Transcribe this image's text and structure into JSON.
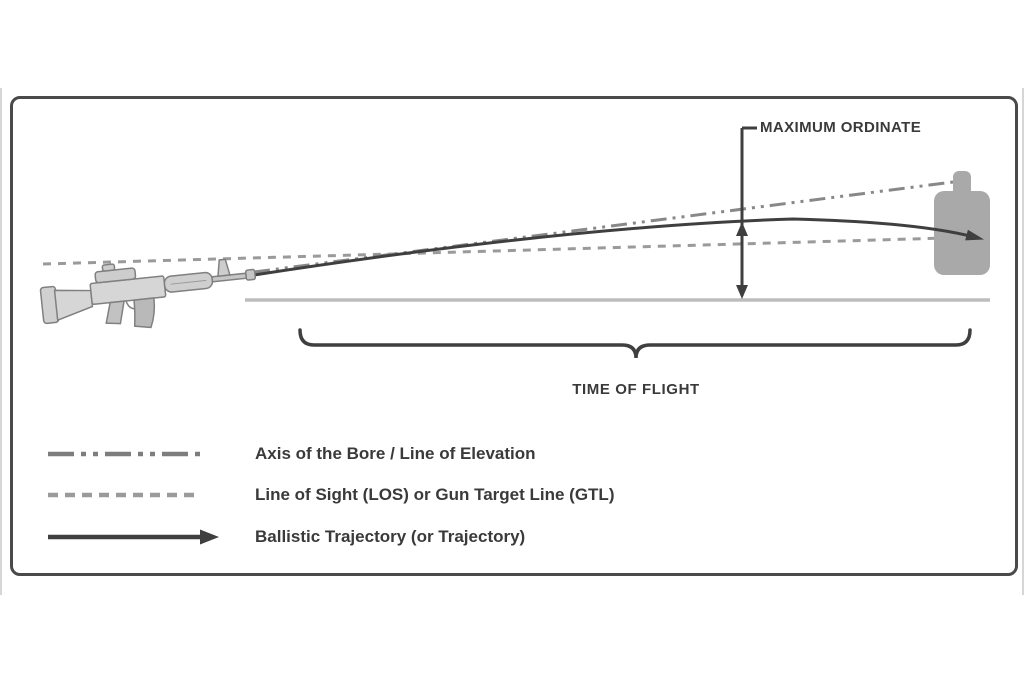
{
  "diagram": {
    "labels": {
      "maximum_ordinate": "MAXIMUM ORDINATE",
      "time_of_flight": "TIME OF FLIGHT"
    },
    "legend": {
      "items": [
        {
          "line_style": "dash-dot-dot",
          "label": "Axis of the Bore / Line of Elevation"
        },
        {
          "line_style": "dashed",
          "label": "Line of Sight (LOS) or Gun Target Line (GTL)"
        },
        {
          "line_style": "solid-arrow",
          "label": "Ballistic Trajectory (or Trajectory)"
        }
      ]
    },
    "graphics": {
      "rifle": "rifle-illustration",
      "target": "target-silhouette",
      "max_ordinate_marker": "double-headed-vertical-arrow",
      "time_of_flight_marker": "horizontal-brace"
    },
    "colors": {
      "frame_border": "#4a4a4a",
      "text": "#3a3a3a",
      "trajectory_line": "#3f3f3f",
      "line_of_sight": "#9a9a9a",
      "bore_line": "#7d7d7d",
      "ground_line": "#bdbdbd",
      "target_fill": "#a9a9a9",
      "background": "#ffffff"
    }
  }
}
